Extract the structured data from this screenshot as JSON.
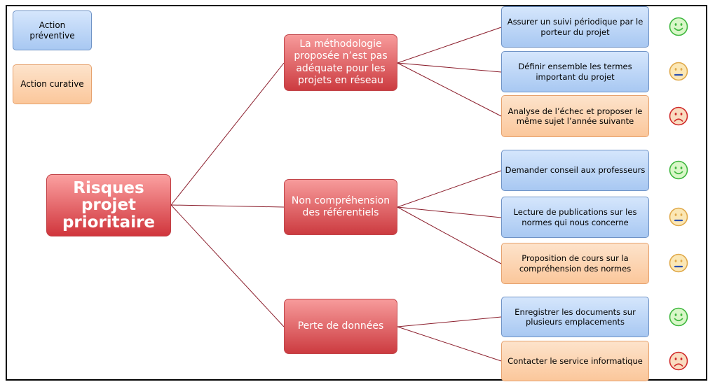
{
  "legend": {
    "preventive": "Action préventive",
    "curative": "Action curative"
  },
  "root": {
    "label": "Risques projet prioritaire"
  },
  "risks": [
    {
      "label": "La méthodologie proposée n’est pas adéquate pour les projets en réseau",
      "actions": [
        {
          "label": "Assurer un suivi périodique par le porteur du projet",
          "kind": "preventive",
          "status": "happy"
        },
        {
          "label": "Définir ensemble les termes important du projet",
          "kind": "preventive",
          "status": "neutral"
        },
        {
          "label": "Analyse de l’échec et proposer le même sujet l’année suivante",
          "kind": "curative",
          "status": "sad"
        }
      ]
    },
    {
      "label": "Non compréhension des référentiels",
      "actions": [
        {
          "label": "Demander conseil aux professeurs",
          "kind": "preventive",
          "status": "happy"
        },
        {
          "label": "Lecture de publications sur les normes qui nous concerne",
          "kind": "preventive",
          "status": "neutral"
        },
        {
          "label": "Proposition de cours sur la compréhension des normes",
          "kind": "curative",
          "status": "neutral"
        }
      ]
    },
    {
      "label": "Perte de données",
      "actions": [
        {
          "label": "Enregistrer les documents sur plusieurs emplacements",
          "kind": "preventive",
          "status": "happy"
        },
        {
          "label": "Contacter le service informatique",
          "kind": "curative",
          "status": "sad"
        }
      ]
    }
  ],
  "colors": {
    "link": "#8b1e2c",
    "happy_face": "#d9f7c8",
    "happy_stroke": "#3fb83f",
    "neutral_face": "#fbe7b5",
    "neutral_stroke": "#e0a94a",
    "neutral_mouth": "#2a4fb0",
    "sad_face": "#f9dcc0",
    "sad_stroke": "#d02a2a"
  }
}
